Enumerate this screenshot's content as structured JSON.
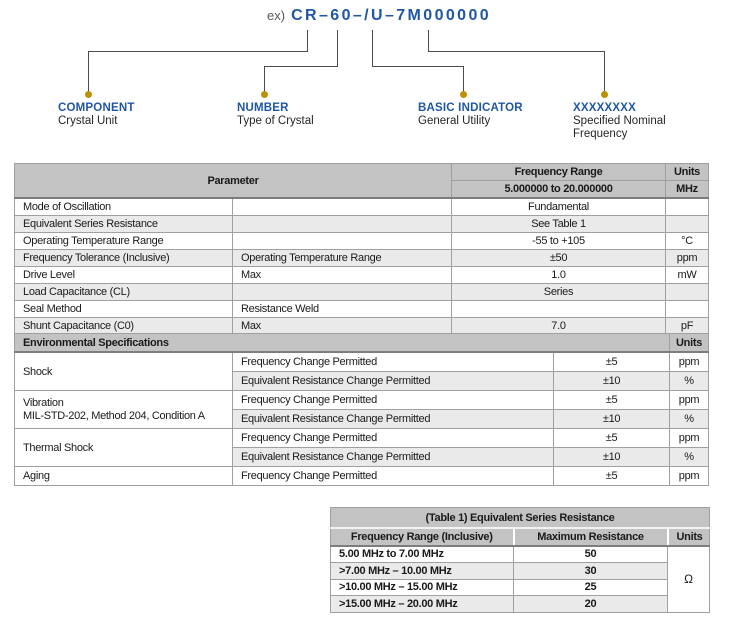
{
  "colors": {
    "accent_blue": "#1f57a6",
    "dot_gold": "#be8f00",
    "header_gray": "#c3c3c3",
    "alt_row_gray": "#eaeaea",
    "border_gray": "#a0a0a0"
  },
  "diagram": {
    "example_prefix": "ex)",
    "part_number": "CR–60–/U–7M000000",
    "callouts": [
      {
        "title": "COMPONENT",
        "line1": "Crystal Unit",
        "line2": ""
      },
      {
        "title": "NUMBER",
        "line1": "Type of Crystal",
        "line2": ""
      },
      {
        "title": "BASIC INDICATOR",
        "line1": "General Utility",
        "line2": ""
      },
      {
        "title": "XXXXXXXX",
        "line1": "Specified Nominal",
        "line2": "Frequency"
      }
    ]
  },
  "param_table": {
    "header": {
      "parameter": "Parameter",
      "freq_range": "Frequency Range",
      "freq_range_value": "5.000000 to 20.000000",
      "units": "Units",
      "units_value": "MHz"
    },
    "rows": [
      {
        "param": "Mode of Oscillation",
        "sub": "",
        "value": "Fundamental",
        "unit": ""
      },
      {
        "param": "Equivalent Series Resistance",
        "sub": "",
        "value": "See Table 1",
        "unit": ""
      },
      {
        "param": "Operating Temperature Range",
        "sub": "",
        "value": "-55 to +105",
        "unit": "°C"
      },
      {
        "param": "Frequency Tolerance (Inclusive)",
        "sub": "Operating Temperature Range",
        "value": "±50",
        "unit": "ppm"
      },
      {
        "param": "Drive Level",
        "sub": "Max",
        "value": "1.0",
        "unit": "mW"
      },
      {
        "param": "Load Capacitance (CL)",
        "sub": "",
        "value": "Series",
        "unit": ""
      },
      {
        "param": "Seal Method",
        "sub": "Resistance Weld",
        "value": "",
        "unit": ""
      },
      {
        "param": "Shunt Capacitance (C0)",
        "sub": "Max",
        "value": "7.0",
        "unit": "pF"
      }
    ]
  },
  "env_table": {
    "title": "Environmental Specifications",
    "units_header": "Units",
    "groups": [
      {
        "name_lines": [
          "Shock",
          ""
        ],
        "rows": [
          {
            "desc": "Frequency Change Permitted",
            "value": "±5",
            "unit": "ppm"
          },
          {
            "desc": "Equivalent Resistance Change Permitted",
            "value": "±10",
            "unit": "%"
          }
        ]
      },
      {
        "name_lines": [
          "Vibration",
          "MIL-STD-202, Method 204, Condition A"
        ],
        "rows": [
          {
            "desc": "Frequency Change Permitted",
            "value": "±5",
            "unit": "ppm"
          },
          {
            "desc": "Equivalent Resistance Change Permitted",
            "value": "±10",
            "unit": "%"
          }
        ]
      },
      {
        "name_lines": [
          "Thermal Shock",
          ""
        ],
        "rows": [
          {
            "desc": "Frequency Change Permitted",
            "value": "±5",
            "unit": "ppm"
          },
          {
            "desc": "Equivalent Resistance Change Permitted",
            "value": "±10",
            "unit": "%"
          }
        ]
      },
      {
        "name_lines": [
          "Aging",
          ""
        ],
        "rows": [
          {
            "desc": "Frequency Change Permitted",
            "value": "±5",
            "unit": "ppm"
          }
        ]
      }
    ]
  },
  "resistance_table": {
    "title": "(Table 1) Equivalent Series Resistance",
    "headers": {
      "range": "Frequency Range (Inclusive)",
      "max_resistance": "Maximum Resistance",
      "units": "Units"
    },
    "rows": [
      {
        "range": "5.00 MHz to 7.00 MHz",
        "value": "50"
      },
      {
        "range": ">7.00 MHz – 10.00 MHz",
        "value": "30"
      },
      {
        "range": ">10.00 MHz – 15.00 MHz",
        "value": "25"
      },
      {
        "range": ">15.00 MHz – 20.00 MHz",
        "value": "20"
      }
    ],
    "unit": "Ω"
  }
}
